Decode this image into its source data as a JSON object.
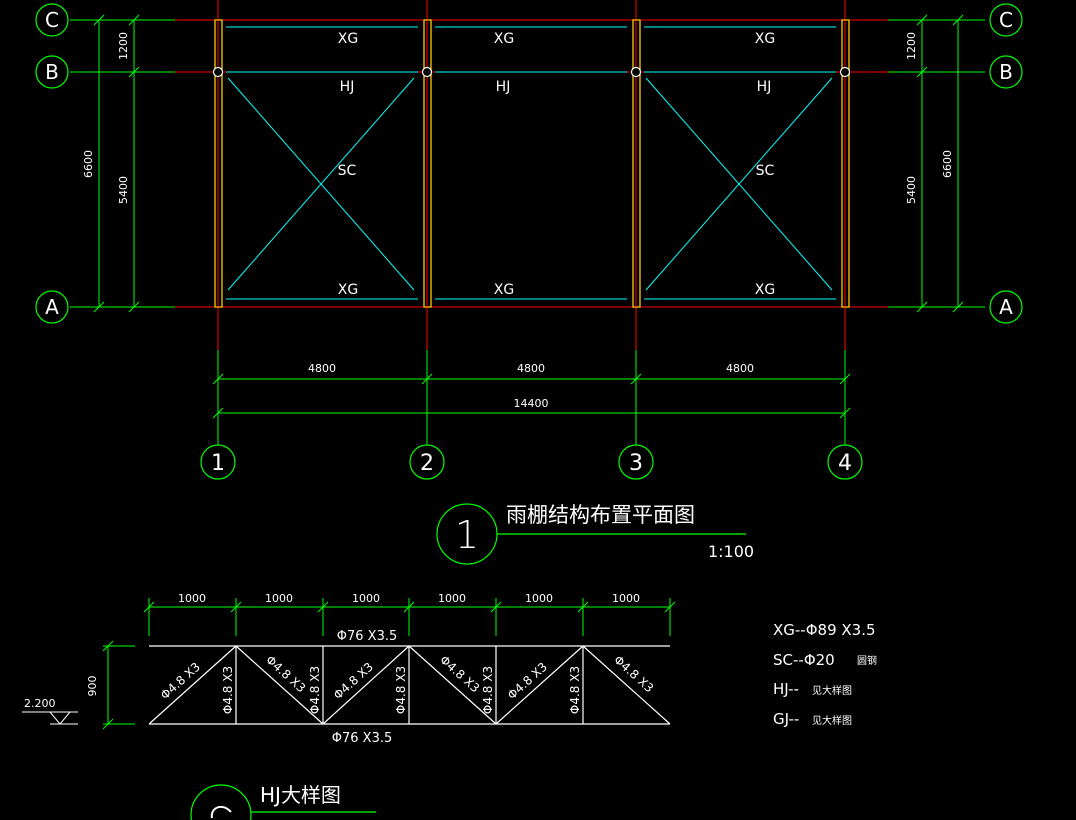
{
  "plan": {
    "title": "雨棚结构布置平面图",
    "scale": "1:100",
    "view_number": "1",
    "axes_rows": [
      "C",
      "B",
      "A"
    ],
    "axes_cols": [
      "1",
      "2",
      "3",
      "4"
    ],
    "dims_left": {
      "cb": "1200",
      "ba": "5400",
      "total": "6600"
    },
    "dims_right": {
      "cb": "1200",
      "ba": "5400",
      "total": "6600"
    },
    "bay_spans": [
      "4800",
      "4800",
      "4800"
    ],
    "total_span": "14400",
    "top_member_labels": [
      "XG",
      "XG",
      "XG"
    ],
    "truss_labels": [
      "HJ",
      "HJ",
      "HJ"
    ],
    "brace_labels": [
      "SC",
      "SC"
    ],
    "bottom_member_labels": [
      "XG",
      "XG",
      "XG"
    ]
  },
  "truss_detail": {
    "title": "HJ大样图",
    "top_dims": [
      "1000",
      "1000",
      "1000",
      "1000",
      "1000",
      "1000"
    ],
    "top_chord": "Φ76 X3.5",
    "bottom_chord": "Φ76 X3.5",
    "height_dim": "900",
    "elevation": "2.200",
    "diag_labels": [
      "Φ4.8 X3",
      "Φ4.8 X3",
      "Φ4.8 X3",
      "Φ4.8 X3",
      "Φ4.8 X3",
      "Φ4.8 X3"
    ],
    "vert_labels": [
      "Φ4.8 X3",
      "Φ4.8 X3",
      "Φ4.8 X3",
      "Φ4.8 X3",
      "Φ4.8 X3"
    ]
  },
  "legend": {
    "xg": "XG--Φ89 X3.5",
    "sc": "SC--Φ20",
    "sc_note": "圆钢",
    "hj": "HJ--",
    "hj_note": "见大样图",
    "gj": "GJ--",
    "gj_note": "见大样图"
  },
  "colors": {
    "axis": "#ff0000",
    "dim": "#00ff00",
    "member": "#00ffff",
    "column": "#ffff00",
    "text": "#ffffff"
  }
}
